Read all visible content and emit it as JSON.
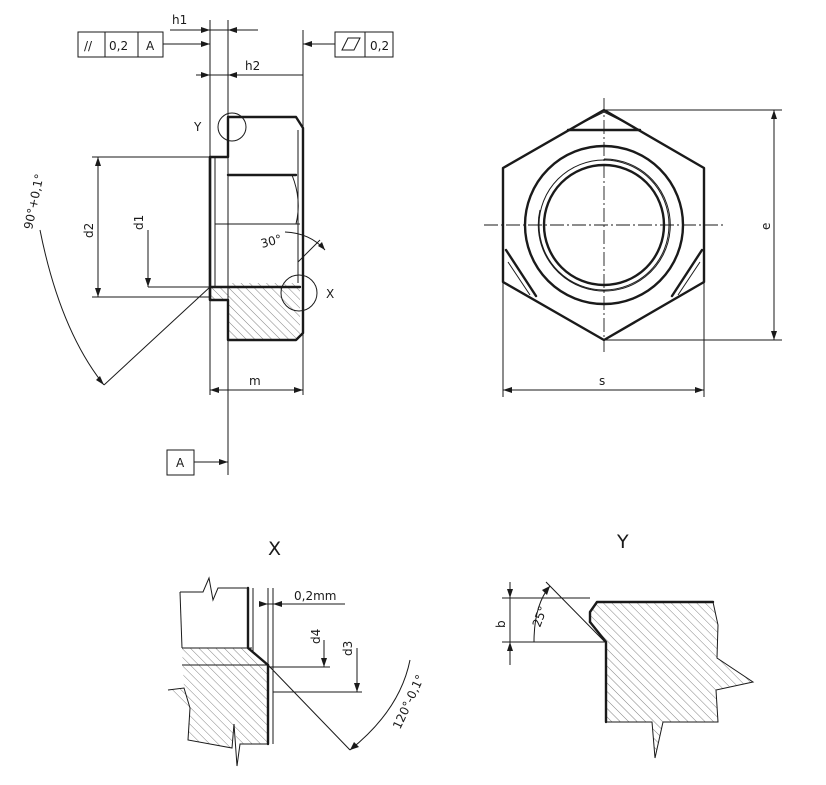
{
  "tolerance_frames": {
    "parallelism": {
      "symbol": "//",
      "value": "0,2",
      "datum": "A"
    },
    "flatness": {
      "value": "0,2"
    }
  },
  "datum": {
    "letter": "A"
  },
  "dimensions": {
    "h1": "h1",
    "h2": "h2",
    "d1": "d1",
    "d2": "d2",
    "m": "m",
    "s": "s",
    "e": "e",
    "d3": "d3",
    "d4": "d4",
    "b": "b"
  },
  "angles": {
    "countersink": "90°+0,1°",
    "chamfer": "30°",
    "detail_x": "120°-0,1°",
    "detail_y": "25°"
  },
  "labels": {
    "detail_x_marker": "X",
    "detail_y_marker": "Y",
    "detail_x_title": "X",
    "detail_y_title": "Y",
    "clearance": "0,2mm"
  }
}
